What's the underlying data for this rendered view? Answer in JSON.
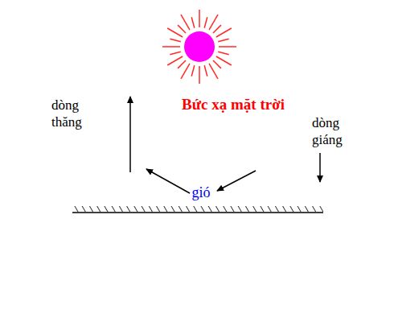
{
  "diagram": {
    "labels": [
      "Bức xạ mặt trời",
      "dòng thăng",
      "dòng giáng",
      "gió"
    ]
  }
}
